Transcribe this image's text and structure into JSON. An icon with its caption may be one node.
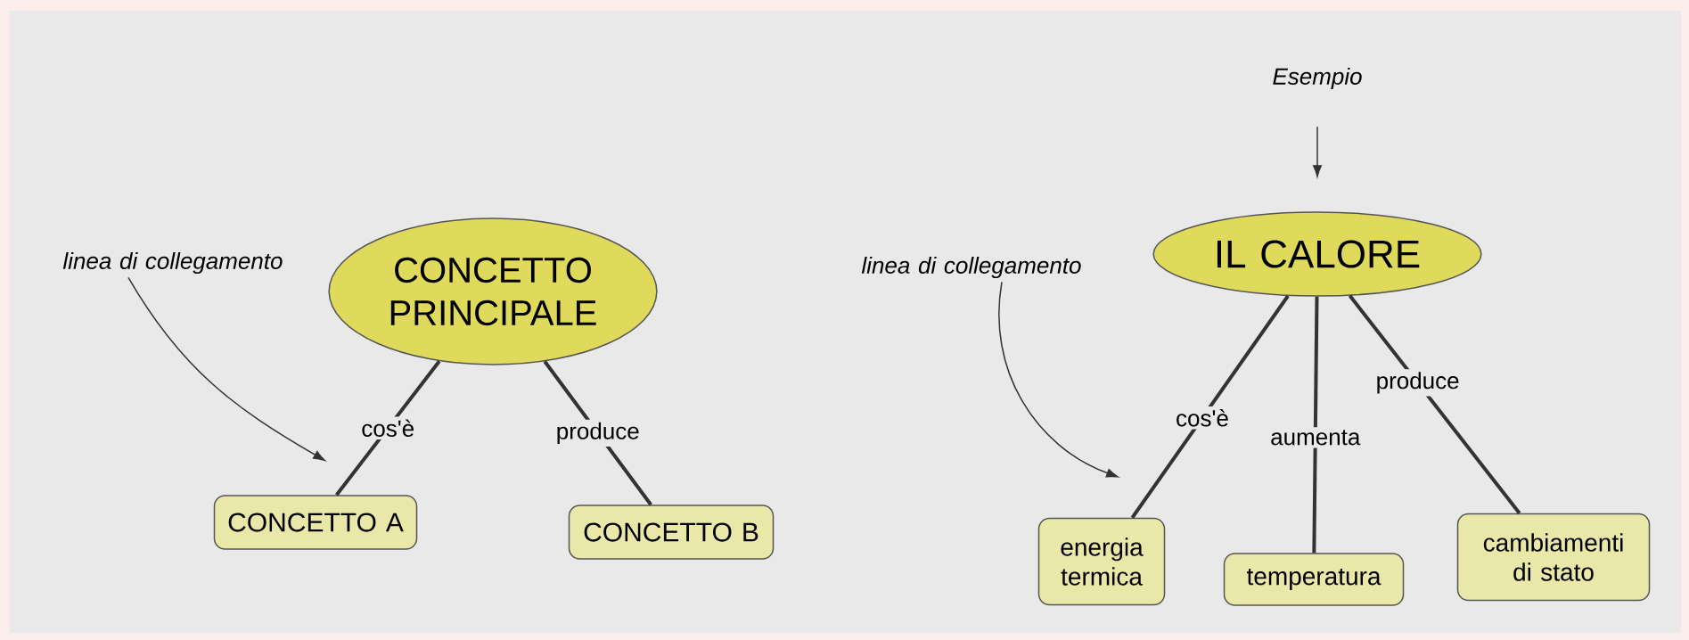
{
  "diagram": {
    "nodes": [
      {
        "text": [
          "CONCETTO PRINCIPALE"
        ]
      },
      {
        "text": [
          "linea di collegamento"
        ]
      },
      {
        "text": [
          "CONCETTO A"
        ]
      },
      {
        "text": [
          "CONCETTO B"
        ]
      },
      {
        "text": [
          "Esempio"
        ]
      },
      {
        "text": [
          "IL CALORE"
        ]
      },
      {
        "text": [
          "linea di collegamento"
        ]
      },
      {
        "text": [
          "energia termica"
        ]
      },
      {
        "text": [
          "temperatura"
        ]
      },
      {
        "text": [
          "cambiamenti di stato"
        ]
      }
    ],
    "edges": [
      {
        "from": 0,
        "to": 2,
        "arrow": "none",
        "label": "cos'è"
      },
      {
        "from": 0,
        "to": 3,
        "arrow": "none",
        "label": "produce"
      },
      {
        "from": 1,
        "to": null,
        "arrow": "to"
      },
      {
        "from": 4,
        "to": 5,
        "arrow": "to"
      },
      {
        "from": 5,
        "to": 7,
        "arrow": "none",
        "label": "cos'è"
      },
      {
        "from": 5,
        "to": 8,
        "arrow": "none",
        "label": "aumenta"
      },
      {
        "from": 5,
        "to": 9,
        "arrow": "none",
        "label": "produce"
      },
      {
        "from": 6,
        "to": null,
        "arrow": "to"
      }
    ]
  }
}
